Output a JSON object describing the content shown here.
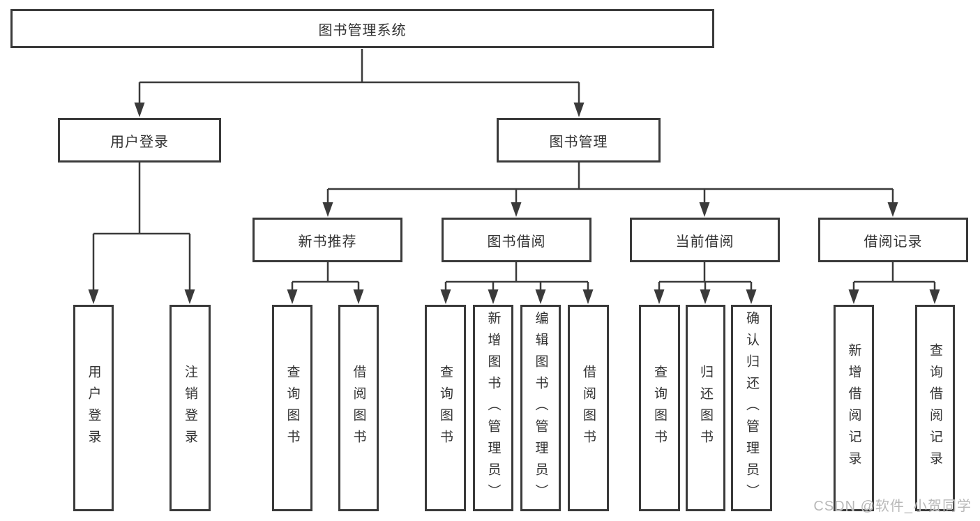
{
  "nodes": {
    "root": "图书管理系统",
    "user_login": "用户登录",
    "book_mgmt": "图书管理",
    "new_book_rec": "新书推荐",
    "book_borrow": "图书借阅",
    "current_borrow": "当前借阅",
    "borrow_records": "借阅记录",
    "login": "用户登录",
    "logout": "注销登录",
    "nb_query_book": "查询图书",
    "nb_borrow_book": "借阅图书",
    "bb_query_book": "查询图书",
    "bb_add_book": "新增图书（管理员）",
    "bb_edit_book": "编辑图书（管理员）",
    "bb_borrow_book": "借阅图书",
    "cb_query_book": "查询图书",
    "cb_return_book": "归还图书",
    "cb_confirm_return": "确认归还（管理员）",
    "br_add_record": "新增借阅记录",
    "br_query_record": "查询借阅记录"
  },
  "hierarchy": {
    "图书管理系统": [
      "用户登录",
      "图书管理"
    ],
    "用户登录": [
      "用户登录",
      "注销登录"
    ],
    "图书管理": [
      "新书推荐",
      "图书借阅",
      "当前借阅",
      "借阅记录"
    ],
    "新书推荐": [
      "查询图书",
      "借阅图书"
    ],
    "图书借阅": [
      "查询图书",
      "新增图书（管理员）",
      "编辑图书（管理员）",
      "借阅图书"
    ],
    "当前借阅": [
      "查询图书",
      "归还图书",
      "确认归还（管理员）"
    ],
    "借阅记录": [
      "新增借阅记录",
      "查询借阅记录"
    ]
  },
  "watermark": {
    "text": "CSDN @软件_小贺同学"
  },
  "colors": {
    "line": "#3a3a3a",
    "text": "#333333",
    "watermark": "#b9b9b9",
    "background": "#ffffff"
  }
}
